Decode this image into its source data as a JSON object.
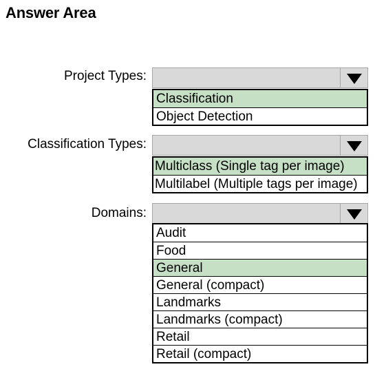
{
  "heading": "Answer Area",
  "colors": {
    "selected_option_bg": "#c5e0c5",
    "dropdown_bg": "#d9d9d9"
  },
  "project_types": {
    "label": "Project Types:",
    "options": [
      {
        "text": "Classification",
        "selected": true
      },
      {
        "text": "Object Detection",
        "selected": false
      }
    ]
  },
  "classification_types": {
    "label": "Classification Types:",
    "options": [
      {
        "text": "Multiclass (Single tag per image)",
        "selected": true
      },
      {
        "text": "Multilabel (Multiple tags per image)",
        "selected": false
      }
    ]
  },
  "domains": {
    "label": "Domains:",
    "options": [
      {
        "text": "Audit",
        "selected": false
      },
      {
        "text": "Food",
        "selected": false
      },
      {
        "text": "General",
        "selected": true
      },
      {
        "text": "General (compact)",
        "selected": false
      },
      {
        "text": "Landmarks",
        "selected": false
      },
      {
        "text": "Landmarks (compact)",
        "selected": false
      },
      {
        "text": "Retail",
        "selected": false
      },
      {
        "text": "Retail (compact)",
        "selected": false
      }
    ]
  },
  "dropdown_icon": "chevron-down-icon"
}
